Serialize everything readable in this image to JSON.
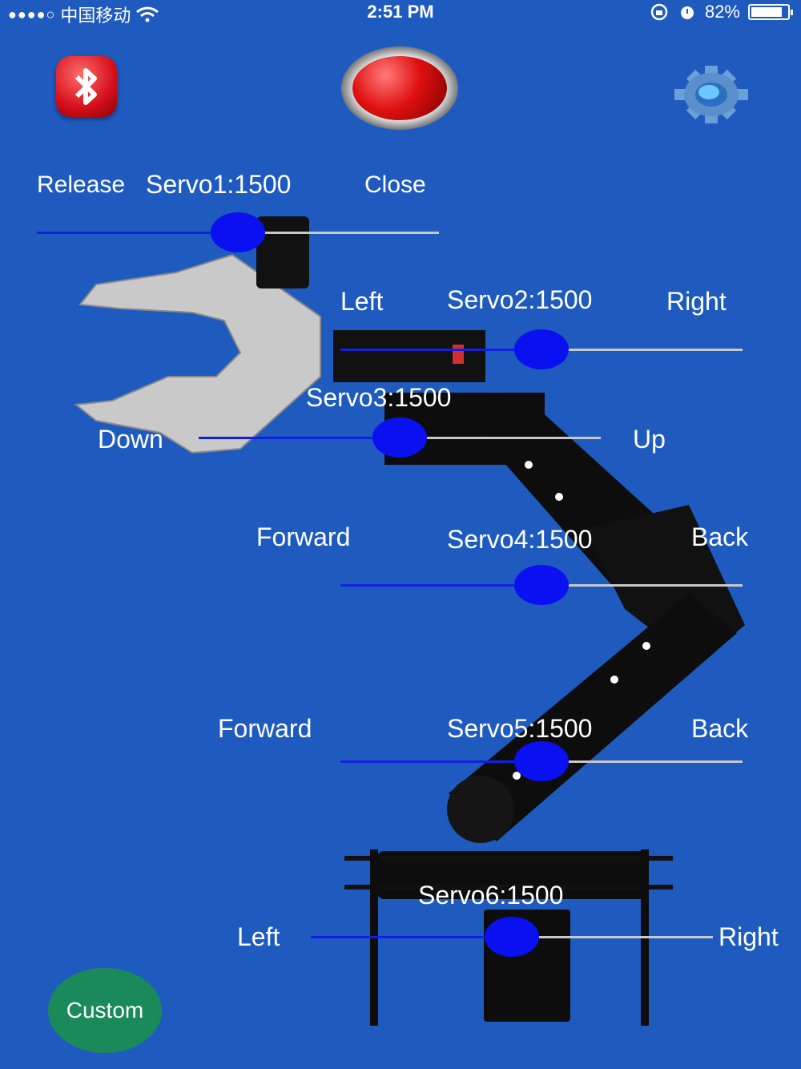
{
  "status_bar": {
    "signal": "●●●●○",
    "carrier": "中国移动",
    "time": "2:51 PM",
    "battery": "82%"
  },
  "toolbar": {
    "bluetooth_icon": "bluetooth-icon",
    "record_icon": "record-icon",
    "settings_icon": "gear-icon"
  },
  "servos": [
    {
      "name": "Servo1:1500",
      "min_label": "Release",
      "max_label": "Close",
      "value": 0.5
    },
    {
      "name": "Servo2:1500",
      "min_label": "Left",
      "max_label": "Right",
      "value": 0.5
    },
    {
      "name": "Servo3:1500",
      "min_label": "Down",
      "max_label": "Up",
      "value": 0.5
    },
    {
      "name": "Servo4:1500",
      "min_label": "Forward",
      "max_label": "Back",
      "value": 0.5
    },
    {
      "name": "Servo5:1500",
      "min_label": "Forward",
      "max_label": "Back",
      "value": 0.5
    },
    {
      "name": "Servo6:1500",
      "min_label": "Left",
      "max_label": "Right",
      "value": 0.5
    }
  ],
  "custom_button": "Custom",
  "colors": {
    "background": "#1f5bbf",
    "thumb": "#0a10f0",
    "custom": "#1a8a5a"
  }
}
